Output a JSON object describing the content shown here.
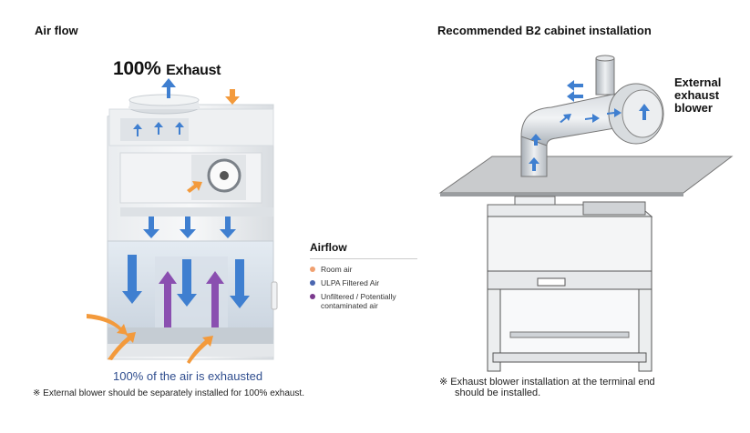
{
  "left_title": "Air flow",
  "right_title": "Recommended B2 cabinet installation",
  "exhaust_label": {
    "percent": "100%",
    "word": "Exhaust"
  },
  "legend": {
    "title": "Airflow",
    "items": [
      {
        "label": "Room air",
        "color": "#f0a070"
      },
      {
        "label": "ULPA Filtered Air",
        "color": "#4a66b0"
      },
      {
        "label": "Unfiltered / Potentially",
        "label2": "contaminated air",
        "color": "#7b3a8e"
      }
    ]
  },
  "caption_exhausted": "100% of the air is exhausted",
  "note_left": "※ External blower should be separately installed for 100% exhaust.",
  "blower_label": [
    "External",
    "exhaust",
    "blower"
  ],
  "note_right_1": "※ Exhaust blower installation at the terminal end",
  "note_right_2": "should be installed.",
  "colors": {
    "room_air": "#f39a3c",
    "filtered": "#3f7fd0",
    "contaminated": "#8a4fb0"
  }
}
